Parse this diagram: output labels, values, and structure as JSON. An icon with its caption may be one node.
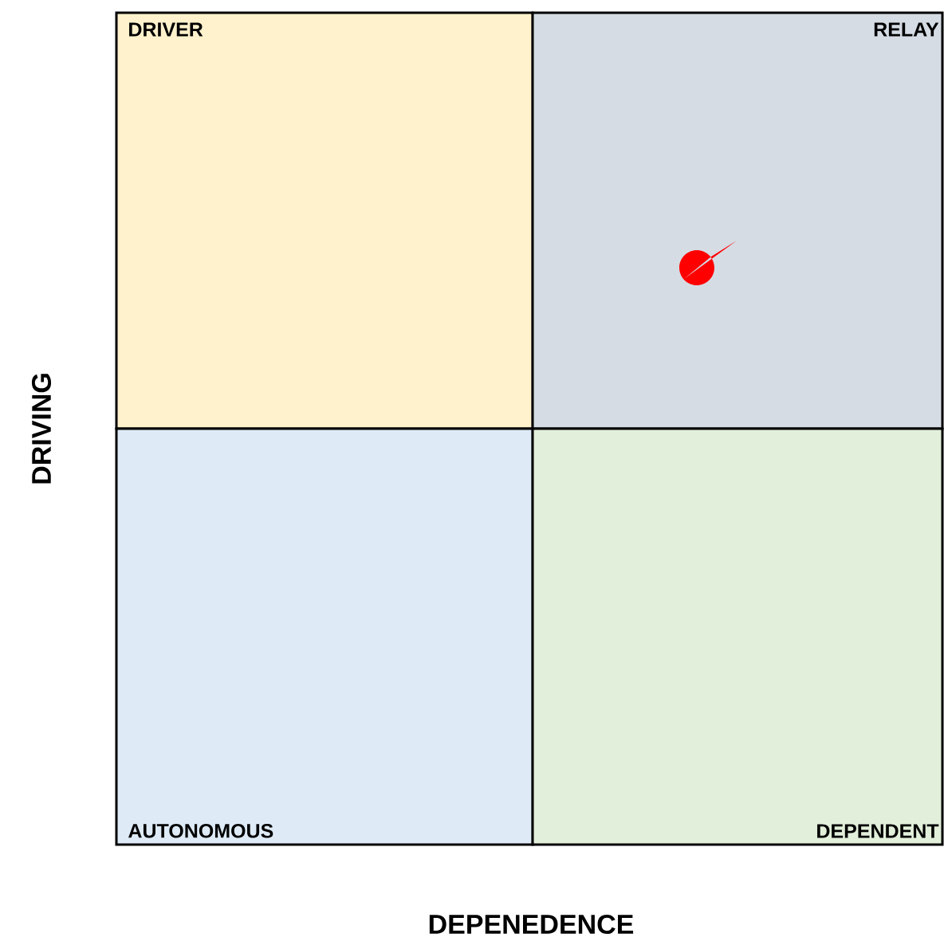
{
  "diagram": {
    "nodes": [
      {
        "text": [
          "DRIVER"
        ]
      },
      {
        "text": [
          "RELAY"
        ]
      },
      {
        "text": [
          "AUTONOMOUS"
        ]
      },
      {
        "text": [
          "DEPENDENT"
        ]
      }
    ],
    "labels": [
      "DRIVING",
      "DEPENEDENCE"
    ]
  }
}
